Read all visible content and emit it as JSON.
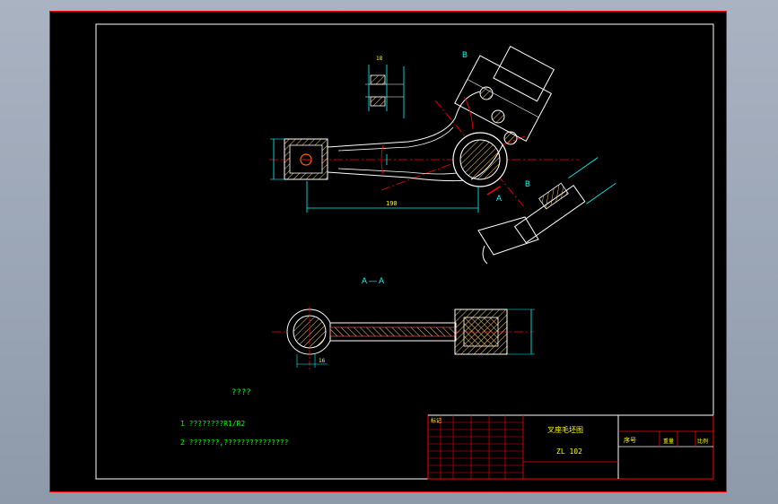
{
  "drawing": {
    "section_label": "A — A",
    "view_label_b_top": "B",
    "view_label_b_side": "B",
    "view_label_a": "A",
    "dims": {
      "length_190": "190",
      "small_18": "18",
      "pad_w": "16"
    },
    "notes_title": "????",
    "notes": [
      "1 ????????R1/R2",
      "2 ???????,???????????????"
    ],
    "title_block": {
      "part_name": "叉座毛坯图",
      "drawing_no": "ZL 102",
      "seq_label": "序号",
      "rows_label": "标记",
      "col_a": "重量",
      "col_b": "比例"
    }
  },
  "colors": {
    "background": "#000000",
    "frame": "#ff0000",
    "outline": "#ffffff",
    "dimension": "#00ffff",
    "text": "#ffff00",
    "note": "#00ff00",
    "centerline": "#ff0000",
    "hatch": "#ffcc66"
  }
}
